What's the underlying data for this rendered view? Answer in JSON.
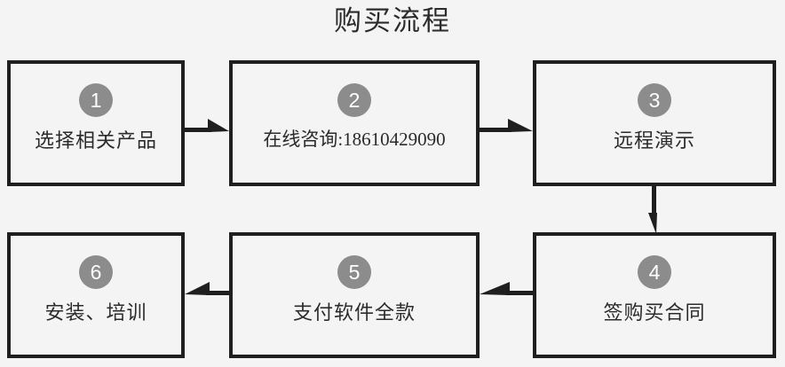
{
  "page": {
    "background_color": "#f4f4f4",
    "title": "购买流程"
  },
  "flowchart": {
    "type": "process-flow",
    "badge_color": "#8c8c8c",
    "badge_text_color": "#ffffff",
    "border_color": "#1f1f1f",
    "nodes": [
      {
        "id": "node-1",
        "number": "1",
        "label": "选择相关产品"
      },
      {
        "id": "node-2",
        "number": "2",
        "label": "在线咨询:18610429090"
      },
      {
        "id": "node-3",
        "number": "3",
        "label": "远程演示"
      },
      {
        "id": "node-4",
        "number": "4",
        "label": "签购买合同"
      },
      {
        "id": "node-5",
        "number": "5",
        "label": "支付软件全款"
      },
      {
        "id": "node-6",
        "number": "6",
        "label": "安装、培训"
      }
    ],
    "edges": [
      {
        "id": "arrow-1-2",
        "from": "node-1",
        "to": "node-2",
        "direction": "right"
      },
      {
        "id": "arrow-2-3",
        "from": "node-2",
        "to": "node-3",
        "direction": "right"
      },
      {
        "id": "arrow-3-4",
        "from": "node-3",
        "to": "node-4",
        "direction": "down"
      },
      {
        "id": "arrow-4-5",
        "from": "node-4",
        "to": "node-5",
        "direction": "left"
      },
      {
        "id": "arrow-5-6",
        "from": "node-5",
        "to": "node-6",
        "direction": "left"
      }
    ]
  }
}
